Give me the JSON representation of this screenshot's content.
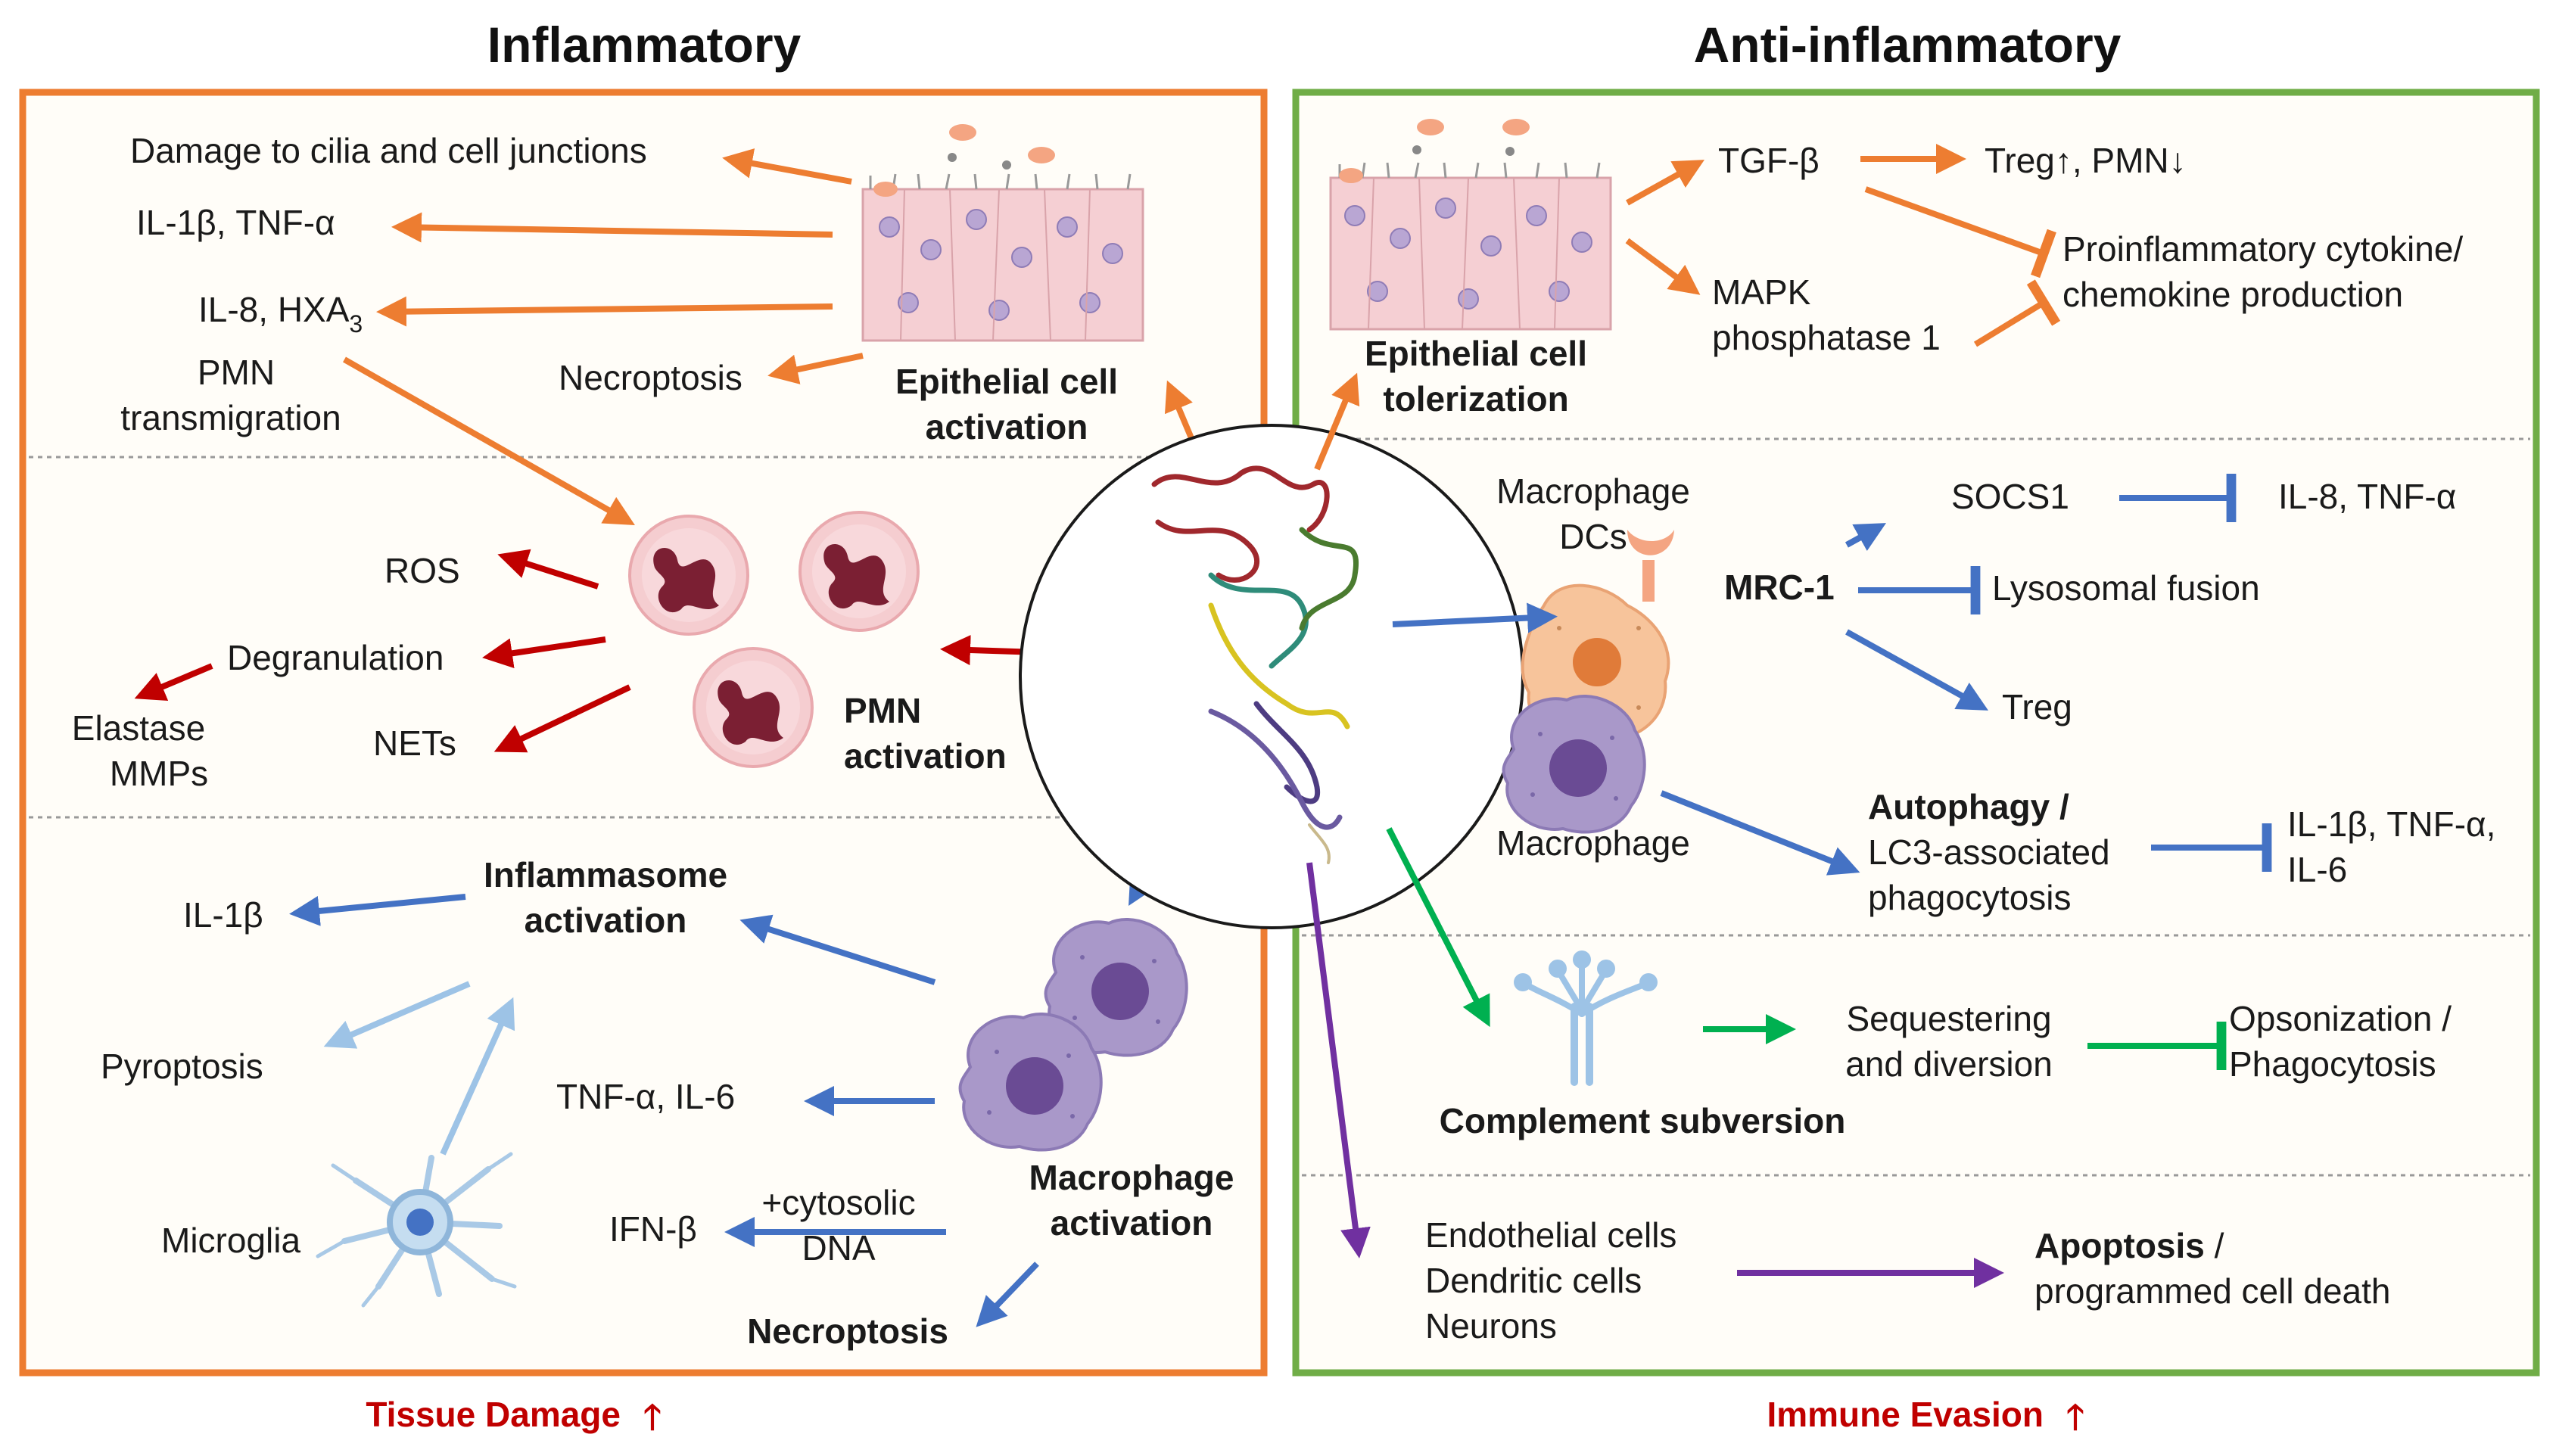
{
  "colors": {
    "inflammatory_border": "#ed7d31",
    "anti_border": "#70ad47",
    "orange_arrow": "#ed7d31",
    "red_arrow": "#c00000",
    "blue_arrow": "#4472c4",
    "light_blue_arrow": "#9dc3e6",
    "green_arrow": "#00b050",
    "purple_arrow": "#7030a0",
    "footer_text": "#c00000"
  },
  "icons": [
    "epithelium-icon",
    "neutrophil-icon",
    "macrophage-icon",
    "microglia-icon",
    "dendritic-cell-icon",
    "mrc1-receptor-icon",
    "complement-receptor-icon",
    "protein-structure-icon"
  ],
  "headers": {
    "left": "Inflammatory",
    "right": "Anti-inflammatory"
  },
  "footers": {
    "left": "Tissue Damage",
    "right": "Immune Evasion",
    "arrow": "🡑"
  },
  "left": {
    "epithelial": {
      "title_line1": "Epithelial cell",
      "title_line2": "activation",
      "damage": "Damage to cilia and cell junctions",
      "cytokines": "IL-1β, TNF-α",
      "il8_prefix": "IL-8, HXA",
      "il8_sub": "3",
      "pmn_line1": "PMN",
      "pmn_line2": "transmigration",
      "necroptosis": "Necroptosis"
    },
    "pmn": {
      "title_line1": "PMN",
      "title_line2": "activation",
      "ros": "ROS",
      "degranulation": "Degranulation",
      "elastase_line1": "Elastase",
      "elastase_line2": "MMPs",
      "nets": "NETs"
    },
    "macrophage": {
      "inflammasome_line1": "Inflammasome",
      "inflammasome_line2": "activation",
      "il1b": "IL-1β",
      "pyroptosis": "Pyroptosis",
      "microglia": "Microglia",
      "tnf_il6": "TNF-α, IL-6",
      "ifnb": "IFN-β",
      "cytosolic_line1": "+cytosolic",
      "cytosolic_line2": "DNA",
      "title_line1": "Macrophage",
      "title_line2": "activation",
      "necroptosis": "Necroptosis"
    }
  },
  "right": {
    "epithelial": {
      "title_line1": "Epithelial cell",
      "title_line2": "tolerization",
      "tgfb": "TGF-β",
      "treg_pmn": "Treg↑, PMN↓",
      "mapk_line1": "MAPK",
      "mapk_line2": "phosphatase 1",
      "proinf_line1": "Proinflammatory cytokine/",
      "proinf_line2": "chemokine production"
    },
    "mrc": {
      "macro_dc_line1": "Macrophage",
      "macro_dc_line2": "DCs",
      "mrc1": "MRC-1",
      "socs1": "SOCS1",
      "il8_tnf": "IL-8, TNF-α",
      "lysosomal": "Lysosomal fusion",
      "treg": "Treg",
      "macrophage": "Macrophage",
      "autophagy_bold": "Autophagy /",
      "lc3_line1": "LC3-associated",
      "lc3_line2": "phagocytosis",
      "cytokines_line1": "IL-1β, TNF-α,",
      "cytokines_line2": "IL-6"
    },
    "complement": {
      "title": "Complement subversion",
      "seq_line1": "Sequestering",
      "seq_line2": "and diversion",
      "ops_line1": "Opsonization /",
      "ops_line2": "Phagocytosis"
    },
    "apoptosis": {
      "cells_line1": "Endothelial cells",
      "cells_line2": "Dendritic cells",
      "cells_line3": "Neurons",
      "apoptosis_bold": "Apoptosis",
      "apoptosis_rest": " /",
      "pcd": "programmed cell death"
    }
  }
}
